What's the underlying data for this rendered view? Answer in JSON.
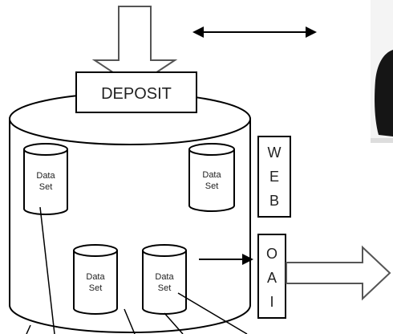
{
  "diagram": {
    "deposit_label": "DEPOSIT",
    "dataset_label_line1": "Data",
    "dataset_label_line2": "Set",
    "web_letters": [
      "W",
      "E",
      "B"
    ],
    "oai_letters": [
      "O",
      "A",
      "I"
    ]
  }
}
